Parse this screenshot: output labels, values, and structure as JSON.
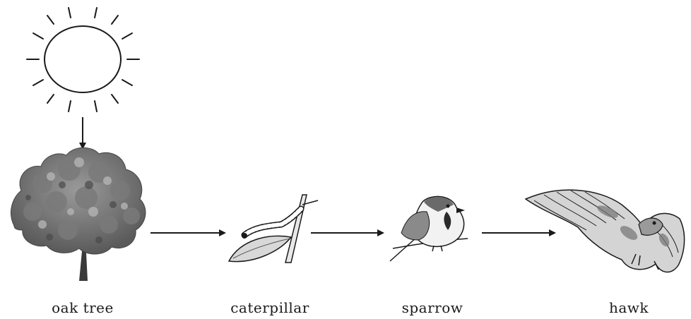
{
  "food_chain": {
    "energy_source": {
      "icon": "sun-icon"
    },
    "organisms": [
      {
        "label": "oak tree",
        "icon": "oak-tree-icon"
      },
      {
        "label": "caterpillar",
        "icon": "caterpillar-icon"
      },
      {
        "label": "sparrow",
        "icon": "sparrow-icon"
      },
      {
        "label": "hawk",
        "icon": "hawk-icon"
      }
    ]
  }
}
